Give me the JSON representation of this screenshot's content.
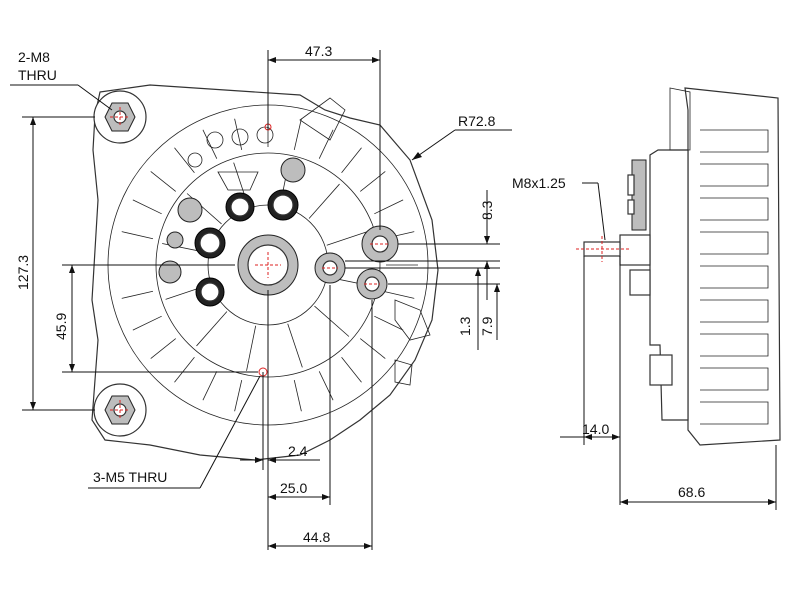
{
  "labels": {
    "mounting_holes": [
      "2-M8",
      "THRU"
    ],
    "small_holes": "3-M5 THRU",
    "radius": "R72.8",
    "thread": "M8x1.25"
  },
  "dimensions": {
    "top_width": "47.3",
    "height_total": "127.3",
    "height_mid": "45.9",
    "offset_small": "8.3",
    "offset_1": "1.3",
    "offset_2": "7.9",
    "bottom_1": "2.4",
    "bottom_2": "25.0",
    "bottom_3": "44.8",
    "side_1": "14.0",
    "side_2": "68.6"
  },
  "colors": {
    "center_mark": "#d22222",
    "line": "#111111"
  }
}
